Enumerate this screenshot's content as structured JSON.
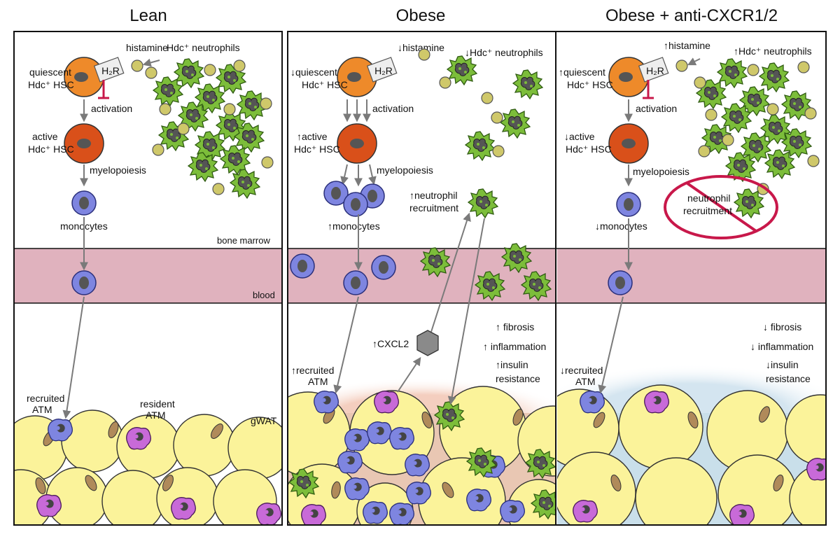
{
  "panels": [
    {
      "title": "Lean",
      "quiescent": "quiescent",
      "hsc_q": "Hdc⁺ HSC",
      "receptor": "H₂R",
      "histamine": "histamine",
      "neutrophils": "Hdc⁺ neutrophils",
      "activation": "activation",
      "active": "active",
      "hsc_a": "Hdc⁺ HSC",
      "myelopoiesis": "myelopoiesis",
      "monocytes": "monocytes",
      "recruited": "recruited",
      "atm1": "ATM",
      "resident": "resident",
      "atm2": "ATM",
      "bone_marrow": "bone marrow",
      "blood": "blood",
      "gwat": "gWAT"
    },
    {
      "title": "Obese",
      "histamine": "↓histamine",
      "neutrophils": "↓Hdc⁺ neutrophils",
      "quiescent": "↓quiescent",
      "hsc_q": "Hdc⁺ HSC",
      "receptor": "H₂R",
      "activation": "activation",
      "active": "↑active",
      "hsc_a": "Hdc⁺ HSC",
      "myelopoiesis": "myelopoiesis",
      "monocytes": "↑monocytes",
      "neutro_recruit_1": "↑neutrophil",
      "neutro_recruit_2": "recruitment",
      "cxcl2": "↑CXCL2",
      "fibrosis": "↑ fibrosis",
      "inflammation": "↑ inflammation",
      "insulin_1": "↑insulin",
      "insulin_2": "resistance",
      "recruited": "↑recruited",
      "atm": "ATM"
    },
    {
      "title": "Obese + anti-CXCR1/2",
      "histamine": "↑histamine",
      "neutrophils": "↑Hdc⁺ neutrophils",
      "quiescent": "↑quiescent",
      "hsc_q": "Hdc⁺ HSC",
      "receptor": "H₂R",
      "activation": "activation",
      "active": "↓active",
      "hsc_a": "Hdc⁺ HSC",
      "myelopoiesis": "myelopoiesis",
      "monocytes": "↓monocytes",
      "neutro_recruit_1": "neutrophil",
      "neutro_recruit_2": "recruitment",
      "fibrosis": "↓ fibrosis",
      "inflammation": "↓ inflammation",
      "insulin_1": "↓insulin",
      "insulin_2": "resistance",
      "recruited": "↓recruited",
      "atm": "ATM"
    }
  ],
  "colors": {
    "quiescent_hsc": "#ee8a2a",
    "active_hsc": "#d9501a",
    "monocyte": "#7e85e0",
    "neutrophil": "#7cbd3a",
    "histamine": "#cfc86a",
    "resident_atm": "#c86ad8",
    "adipocyte": "#fbf39a",
    "blood": "#e0b2be",
    "inhibit": "#c8184a",
    "cxcl2": "#8a8a8a"
  }
}
